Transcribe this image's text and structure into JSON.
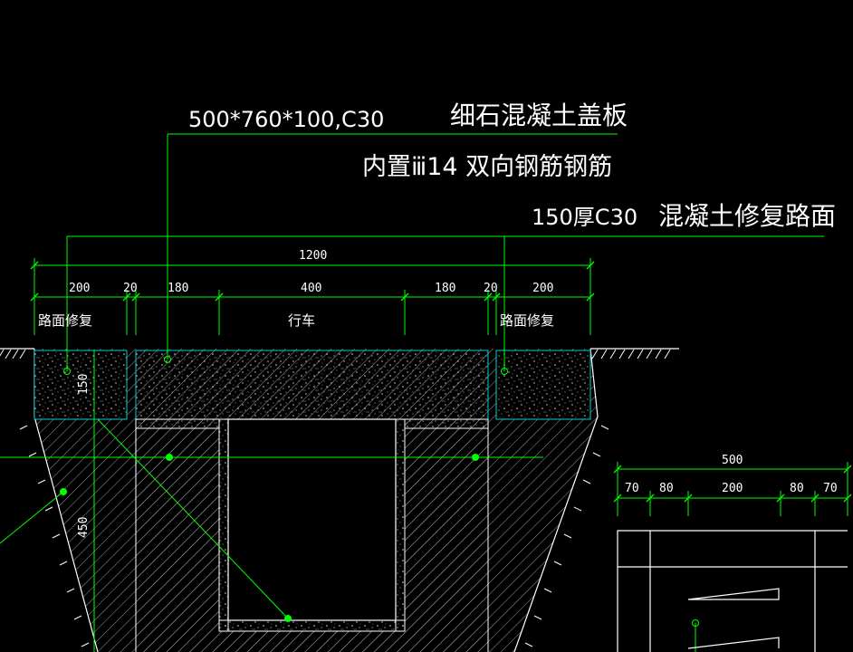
{
  "callouts": {
    "cover_spec": "500*760*100,C30",
    "cover_name": "细石混凝土盖板",
    "rebar_note": "内置ⅲ14 双向钢筋钢筋",
    "pave_spec": "150厚C30",
    "pave_name": "混凝土修复路面"
  },
  "dims_top": {
    "total": "1200",
    "segments": [
      "200",
      "20",
      "180",
      "400",
      "180",
      "20",
      "200"
    ]
  },
  "zones": {
    "left": "路面修复",
    "center": "行车",
    "right": "路面修复"
  },
  "dims_side": {
    "slab": "150",
    "wall": "450"
  },
  "dims_detail": {
    "total": "500",
    "segments": [
      "70",
      "80",
      "200",
      "80",
      "70"
    ]
  },
  "colors": {
    "background": "#000000",
    "leader": "#00ff00",
    "dimension": "#00ff00",
    "outline": "#ffffff",
    "slab_edge": "#00d0d0"
  }
}
